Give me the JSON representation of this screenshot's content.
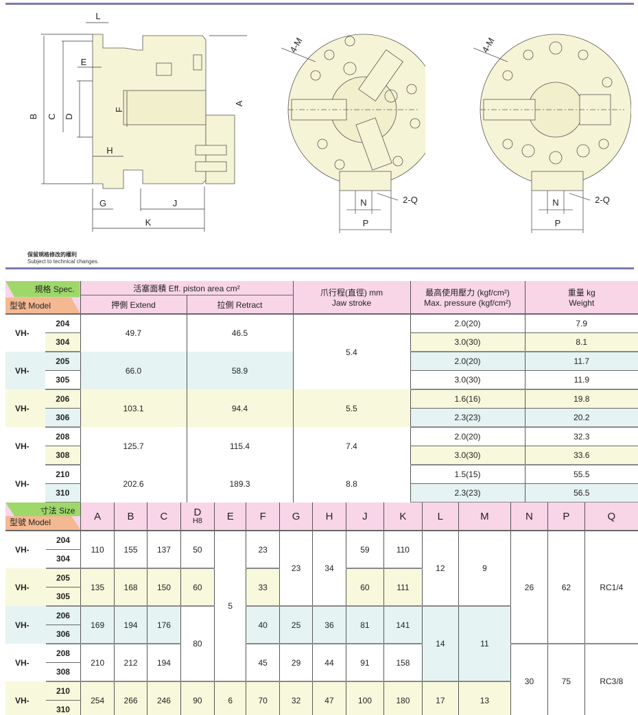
{
  "drawings": {
    "side_labels": {
      "L": "L",
      "E": "E",
      "B": "B",
      "C": "C",
      "D": "D",
      "F": "F",
      "H": "H",
      "G": "G",
      "J": "J",
      "K": "K",
      "A": "A"
    },
    "front_labels": {
      "M": "4-M",
      "N": "N",
      "Q": "2-Q",
      "P": "P"
    },
    "part_fill": "#f6f4d6"
  },
  "notes": {
    "zh": "保留規格修改的權利",
    "en": "Subject to technical changes."
  },
  "colors": {
    "header": "#f9d5e8",
    "spec": "#9fd86a",
    "model": "#f4b892",
    "yellow": "#f8f9dc",
    "blue": "#e5f3f3",
    "rule": "#7a78b0"
  },
  "table1": {
    "spec_label": "規格 Spec.",
    "model_label": "型號 Model",
    "piston_area": "活塞面積  Eff. piston area cm²",
    "extend": "押側   Extend",
    "retract": "拉側   Retract",
    "jaw_stroke_zh": "爪行程(直徑) mm",
    "jaw_stroke_en": "Jaw stroke",
    "pressure_zh": "最高使用壓力 (kgf/cm²)",
    "pressure_en": "Max. pressure (kgf/cm²)",
    "weight_zh": "重量  kg",
    "weight_en": "Weight",
    "groups": [
      {
        "prefix": "VH-",
        "bg": "w",
        "models": [
          "204",
          "304"
        ],
        "sub_bg": [
          "w",
          "y"
        ],
        "extend": "49.7",
        "retract": "46.5",
        "jaw": "5.4",
        "jaw_span": 2,
        "jaw_bg": "w",
        "pressure": [
          "2.0(20)",
          "3.0(30)"
        ],
        "weight": [
          "7.9",
          "8.1"
        ]
      },
      {
        "prefix": "VH-",
        "bg": "b",
        "models": [
          "205",
          "305"
        ],
        "sub_bg": [
          "b",
          "w"
        ],
        "extend": "66.0",
        "retract": "58.9",
        "jaw": null,
        "pressure": [
          "2.0(20)",
          "3.0(30)"
        ],
        "weight": [
          "11.7",
          "11.9"
        ]
      },
      {
        "prefix": "VH-",
        "bg": "y",
        "models": [
          "206",
          "306"
        ],
        "sub_bg": [
          "y",
          "b"
        ],
        "extend": "103.1",
        "retract": "94.4",
        "jaw": "5.5",
        "jaw_span": 1,
        "jaw_bg": "y",
        "pressure": [
          "1.6(16)",
          "2.3(23)"
        ],
        "weight": [
          "19.8",
          "20.2"
        ]
      },
      {
        "prefix": "VH-",
        "bg": "w",
        "models": [
          "208",
          "308"
        ],
        "sub_bg": [
          "w",
          "y"
        ],
        "extend": "125.7",
        "retract": "115.4",
        "jaw": "7.4",
        "jaw_span": 1,
        "jaw_bg": "w",
        "pressure": [
          "2.0(20)",
          "3.0(30)"
        ],
        "weight": [
          "32.3",
          "33.6"
        ]
      },
      {
        "prefix": "VH-",
        "bg": "w",
        "models": [
          "210",
          "310"
        ],
        "sub_bg": [
          "w",
          "b"
        ],
        "extend": "202.6",
        "retract": "189.3",
        "jaw": "8.8",
        "jaw_span": 1,
        "jaw_bg": "w",
        "pressure": [
          "1.5(15)",
          "2.3(23)"
        ],
        "weight": [
          "55.5",
          "56.5"
        ]
      }
    ]
  },
  "table2": {
    "size_label": "寸法 Size",
    "model_label": "型號 Model",
    "columns": [
      "A",
      "B",
      "C",
      "D",
      "E",
      "F",
      "G",
      "H",
      "J",
      "K",
      "L",
      "M",
      "N",
      "P",
      "Q"
    ],
    "d_sub": "H8",
    "groups": [
      {
        "prefix": "VH-",
        "bg": "w",
        "models": [
          "204",
          "304"
        ]
      },
      {
        "prefix": "VH-",
        "bg": "y",
        "models": [
          "205",
          "305"
        ]
      },
      {
        "prefix": "VH-",
        "bg": "b",
        "models": [
          "206",
          "306"
        ]
      },
      {
        "prefix": "VH-",
        "bg": "w",
        "models": [
          "208",
          "308"
        ]
      },
      {
        "prefix": "VH-",
        "bg": "y",
        "models": [
          "210",
          "310"
        ]
      }
    ],
    "cells": [
      [
        [
          "110",
          "w",
          1
        ],
        [
          "155",
          "w",
          1
        ],
        [
          "137",
          "w",
          1
        ],
        [
          "50",
          "w",
          1
        ],
        [
          "5",
          "w",
          4
        ],
        [
          "23",
          "w",
          1
        ],
        [
          "23",
          "w",
          2
        ],
        [
          "34",
          "w",
          2
        ],
        [
          "59",
          "w",
          1
        ],
        [
          "110",
          "w",
          1
        ],
        [
          "12",
          "w",
          2
        ],
        [
          "9",
          "w",
          2
        ],
        [
          "26",
          "w",
          3
        ],
        [
          "62",
          "w",
          3
        ],
        [
          "RC1/4",
          "w",
          3
        ]
      ],
      [
        [
          "135",
          "y",
          1
        ],
        [
          "168",
          "y",
          1
        ],
        [
          "150",
          "y",
          1
        ],
        [
          "60",
          "y",
          1
        ],
        null,
        [
          "33",
          "y",
          1
        ],
        null,
        null,
        [
          "60",
          "y",
          1
        ],
        [
          "111",
          "y",
          1
        ],
        null,
        null,
        null,
        null,
        null
      ],
      [
        [
          "169",
          "b",
          1
        ],
        [
          "194",
          "b",
          1
        ],
        [
          "176",
          "b",
          1
        ],
        [
          "80",
          "w",
          2
        ],
        null,
        [
          "40",
          "b",
          1
        ],
        [
          "25",
          "b",
          1
        ],
        [
          "36",
          "b",
          1
        ],
        [
          "81",
          "b",
          1
        ],
        [
          "141",
          "b",
          1
        ],
        [
          "14",
          "b",
          2
        ],
        [
          "11",
          "b",
          2
        ],
        null,
        null,
        null
      ],
      [
        [
          "210",
          "w",
          1
        ],
        [
          "212",
          "w",
          1
        ],
        [
          "194",
          "w",
          1
        ],
        null,
        null,
        [
          "45",
          "w",
          1
        ],
        [
          "29",
          "w",
          1
        ],
        [
          "44",
          "w",
          1
        ],
        [
          "91",
          "w",
          1
        ],
        [
          "158",
          "w",
          1
        ],
        null,
        null,
        [
          "30",
          "w",
          2
        ],
        [
          "75",
          "w",
          2
        ],
        [
          "RC3/8",
          "w",
          2
        ]
      ],
      [
        [
          "254",
          "y",
          1
        ],
        [
          "266",
          "y",
          1
        ],
        [
          "246",
          "y",
          1
        ],
        [
          "90",
          "y",
          1
        ],
        [
          "6",
          "y",
          1
        ],
        [
          "70",
          "y",
          1
        ],
        [
          "32",
          "y",
          1
        ],
        [
          "47",
          "y",
          1
        ],
        [
          "100",
          "y",
          1
        ],
        [
          "180",
          "y",
          1
        ],
        [
          "17",
          "y",
          1
        ],
        [
          "13",
          "y",
          1
        ],
        null,
        null,
        null
      ]
    ]
  }
}
